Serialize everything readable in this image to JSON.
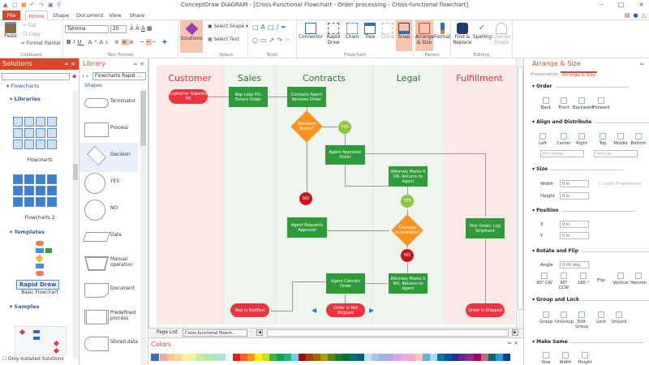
{
  "window": {
    "title": "ConceptDraw DIAGRAM - [Cross-Functional Flowchart - Order processing - Cross-functional flowchart]"
  },
  "tabs": [
    "File",
    "Home",
    "Shape",
    "Document",
    "View",
    "Share"
  ],
  "ribbon": {
    "clipboard": {
      "label": "Clipboard",
      "paste": "Paste",
      "cut": "Cut",
      "copy": "Copy",
      "format_painter": "Format Painter"
    },
    "text_format": {
      "label": "Text Format",
      "font": "Tahoma",
      "size": "20"
    },
    "solutions": {
      "label": "Solutions"
    },
    "select": {
      "label": "Select",
      "select_shape": "Select Shape",
      "select_text": "Select Text"
    },
    "tools": {
      "label": "Tools"
    },
    "flowchart": {
      "label": "Flowchart",
      "connector": "Connector",
      "rapid_draw": "Rapid Draw",
      "chain": "Chain",
      "tree": "Tree",
      "clone": "Clone",
      "snap": "Snap"
    },
    "panels": {
      "label": "Panels",
      "arrange": "Arrange & Size",
      "format": "Format"
    },
    "editing": {
      "label": "Editing",
      "find": "Find & Replace",
      "spelling": "Spelling",
      "change_shape": "Change Shape"
    }
  },
  "solutions": {
    "title": "Solutions",
    "tree_root": "Flowcharts",
    "libraries": "Libraries",
    "lib1": "Flowcharts",
    "lib2": "Flowcharts 2",
    "templates": "Templates",
    "rapid_draw": "Rapid Draw",
    "template1": "Basic Flowchart",
    "samples": "Samples",
    "only_installed": "Only Installed Solutions"
  },
  "library": {
    "title": "Library",
    "dropdown": "Flowcharts Rapid ...",
    "section": "Shapes",
    "items": [
      "Terminator",
      "Process",
      "Decision",
      "YES",
      "NO",
      "Data",
      "Manual operation",
      "Document",
      "Predefined process",
      "Stored data"
    ]
  },
  "diagram": {
    "lanes": [
      {
        "name": "Customer",
        "color": "#e0313e",
        "bg": "#fde8e8"
      },
      {
        "name": "Sales",
        "color": "#2f6e35",
        "bg": "#edf5ec"
      },
      {
        "name": "Contracts",
        "color": "#2f6e35",
        "bg": "#edf5ec"
      },
      {
        "name": "Legal",
        "color": "#2f6e35",
        "bg": "#edf5ec"
      },
      {
        "name": "Fulfillment",
        "color": "#e0313e",
        "bg": "#fde8e8"
      }
    ],
    "nodes": {
      "n1": "Customer Submits PO",
      "n2": "Rep Logs PO, Enters Order",
      "n3": "Contacts Agent Reviews Order",
      "n4": "Standard Terms?",
      "n5": "YES",
      "n6": "Agent Approves Order",
      "n7": "Attorney Marks It OK, Returns to Agent",
      "n8": "NO",
      "n9": "YES",
      "n10": "Agent Requests Approval",
      "n11": "Changes Acceptable?",
      "n12": "Pick Order, Log Shipment",
      "n13": "NO",
      "n14": "Attorney Marks It NO, Returns to Agent",
      "n15": "Agent Cancels Order",
      "n16": "Rep Is Notified",
      "n17": "Order Is Not Shipped",
      "n18": "Order Is Shipped"
    }
  },
  "pagelist": {
    "label": "Page List",
    "page": "Cross-functional flowch... (1/1)"
  },
  "colors": {
    "title": "Colors",
    "swatches": [
      "#f4a6a6",
      "#f7c4a0",
      "#f9d79b",
      "#faf0a0",
      "#eef59e",
      "#c8ef9a",
      "#b3eaa6",
      "#a9e6c0",
      "#a6e8e1",
      "#e8f8ff",
      "#e31b23",
      "#f26522",
      "#f7941d",
      "#fff200",
      "#c4df1b",
      "#39b54a",
      "#00a651",
      "#21b57f",
      "#6dcff6",
      "#9e0b0f",
      "#a0410d",
      "#a36209",
      "#aba000",
      "#598527",
      "#197b30",
      "#007236",
      "#00746b",
      "#005e7c",
      "#bfe3f3",
      "#a6c8ef",
      "#a3b4e8",
      "#b5a7e6",
      "#d5a8ea",
      "#f3a9e2",
      "#f7aac8",
      "#f5c5bf",
      "#5cb5d6",
      "#a4d9ef",
      "#0072bc",
      "#0054a6",
      "#2e3192",
      "#662d91",
      "#92278f",
      "#9e005d",
      "#c46b6b",
      "#00667a",
      "#1a9ee6",
      "#003e85"
    ]
  },
  "arrange": {
    "title": "Arrange & Size",
    "tabs": [
      "Presentation",
      "Arrange & Size"
    ],
    "order": {
      "label": "Order",
      "items": [
        "Back",
        "Front",
        "Backward",
        "Forward"
      ]
    },
    "align": {
      "label": "Align and Distribute",
      "items": [
        "Left",
        "Center",
        "Right",
        "Top",
        "Middle",
        "Bottom"
      ],
      "horizontal": "Horizontal",
      "vertical": "Vertical"
    },
    "size": {
      "label": "Size",
      "width_label": "Width",
      "width": "0 in",
      "height_label": "Height",
      "height": "0 in",
      "lock": "Lock Proportions"
    },
    "position": {
      "label": "Position",
      "x_label": "X",
      "x": "0 in",
      "y_label": "Y",
      "y": "0 in"
    },
    "rotate": {
      "label": "Rotate and Flip",
      "angle_label": "Angle",
      "angle": "0.00 deg",
      "items": [
        "90° CW",
        "90° CCW",
        "180 °",
        "Flip",
        "Vertical",
        "Horizon"
      ]
    },
    "group": {
      "label": "Group and Lock",
      "items": [
        "Group",
        "UnGroup",
        "Edit Group",
        "Lock",
        "UnLock"
      ]
    },
    "same": {
      "label": "Make Same",
      "items": [
        "Size",
        "Width",
        "Height"
      ]
    }
  }
}
